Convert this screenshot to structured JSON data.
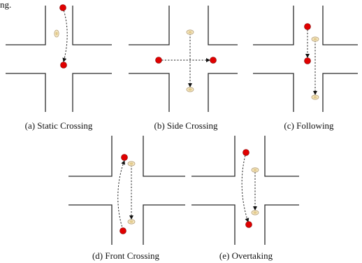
{
  "header": {
    "partial_text": "ng."
  },
  "panels": [
    {
      "id": "a",
      "caption": "(a) Static Crossing"
    },
    {
      "id": "b",
      "caption": "(b) Side Crossing"
    },
    {
      "id": "c",
      "caption": "(c) Following"
    },
    {
      "id": "d",
      "caption": "(d) Front Crossing"
    },
    {
      "id": "e",
      "caption": "(e) Overtaking"
    }
  ],
  "colors": {
    "robot": "#e00000",
    "pedestrian": "#f6e8c4",
    "road": "#2b2b2b",
    "path": "#222222"
  },
  "icons": {
    "robot": "red-circle",
    "pedestrian": "pedestrian-icon",
    "arrow": "arrowhead"
  }
}
